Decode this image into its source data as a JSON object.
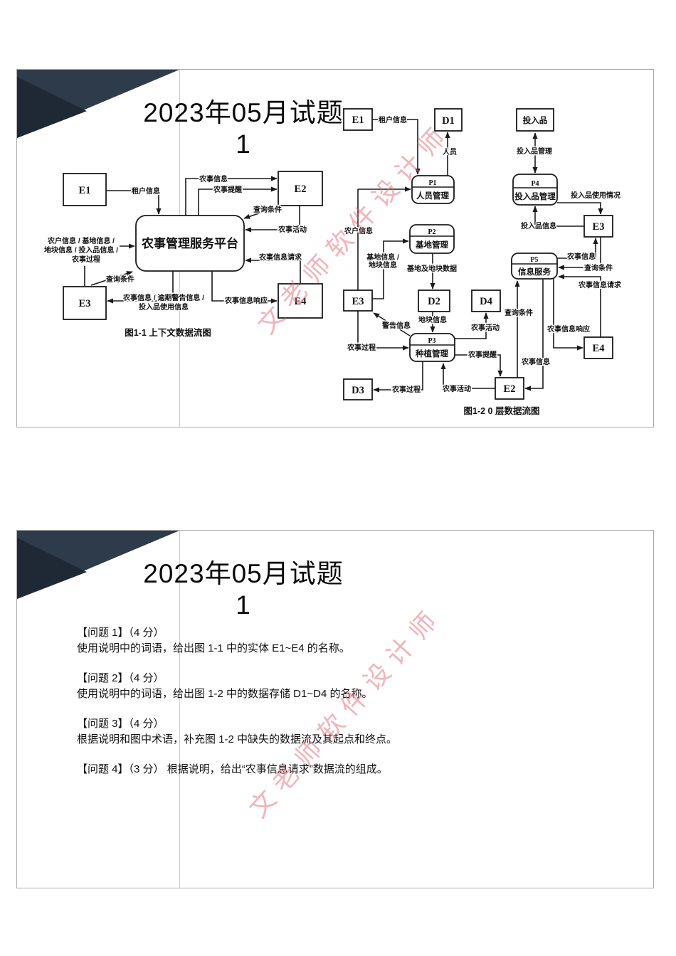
{
  "watermark": "文老师软件设计师",
  "slide1": {
    "title": "2023年05月试题1",
    "context_dfd": {
      "caption": "图1-1 上下文数据流图",
      "process": "农事管理服务平台",
      "e1": "E1",
      "e2": "E2",
      "e3": "E3",
      "e4": "E4",
      "flows": {
        "tenant_info": "租户信息",
        "farm_info": "农事信息",
        "farm_reminder": "农事提醒",
        "query_cond_top": "查询条件",
        "farm_activity": "农事活动",
        "input_line1": "农户信息 / 基地信息 /",
        "input_line2": "地块信息 / 投入品信息 /",
        "input_line3": "农事过程",
        "query_cond_bottom": "查询条件",
        "output_line1": "农事信息 / 逾期警告信息 /",
        "output_line2": "投入品使用信息",
        "farm_info_request": "农事信息请求",
        "farm_info_response": "农事信息响应"
      }
    },
    "level0_dfd": {
      "caption": "图1-2 0 层数据流图",
      "nodes": {
        "e1": "E1",
        "d1": "D1",
        "store_inputs": "投入品",
        "p1_id": "P1",
        "p1_name": "人员管理",
        "p2_id": "P2",
        "p2_name": "基地管理",
        "p3_id": "P3",
        "p3_name": "种植管理",
        "p4_id": "P4",
        "p4_name": "投入品管理",
        "p5_id": "P5",
        "p5_name": "信息服务",
        "e2": "E2",
        "e3_left": "E3",
        "e3_right": "E3",
        "e4": "E4",
        "d2": "D2",
        "d3": "D3",
        "d4": "D4"
      },
      "flows": {
        "tenant_info": "租户信息",
        "person": "人员",
        "farmer_info": "农户信息",
        "base_plot_line1": "基地信息 /",
        "base_plot_line2": "地块信息",
        "base_plot_data": "基地及地块数据",
        "plot_info": "地块信息",
        "farm_activity_d4": "农事活动",
        "warning_info": "警告信息",
        "farm_process_in": "农事过程",
        "farm_process_d3": "农事过程",
        "farm_activity_e2": "农事活动",
        "farm_reminder": "农事提醒",
        "inputs_manage": "投入品管理",
        "inputs_usage": "投入品使用情况",
        "inputs_info": "投入品信息",
        "farm_info_e3": "农事信息",
        "query_cond_e3": "查询条件",
        "farm_info_request": "农事信息请求",
        "farm_info_response": "农事信息响应",
        "query_cond_e2": "查询条件",
        "farm_info_e2": "农事信息"
      }
    }
  },
  "slide2": {
    "title": "2023年05月试题1",
    "questions": [
      {
        "heading": "【问题 1】（4 分）",
        "body": "使用说明中的词语，给出图 1-1 中的实体 E1~E4 的名称。"
      },
      {
        "heading": "【问题 2】（4 分）",
        "body": "使用说明中的词语，给出图 1-2 中的数据存储 D1~D4 的名称。"
      },
      {
        "heading": "【问题 3】（4 分）",
        "body": "根据说明和图中术语，补充图 1-2 中缺失的数据流及其起点和终点。"
      },
      {
        "heading": "【问题 4】（3 分）",
        "body": "根据说明，给出“农事信息请求”数据流的组成。"
      }
    ]
  }
}
